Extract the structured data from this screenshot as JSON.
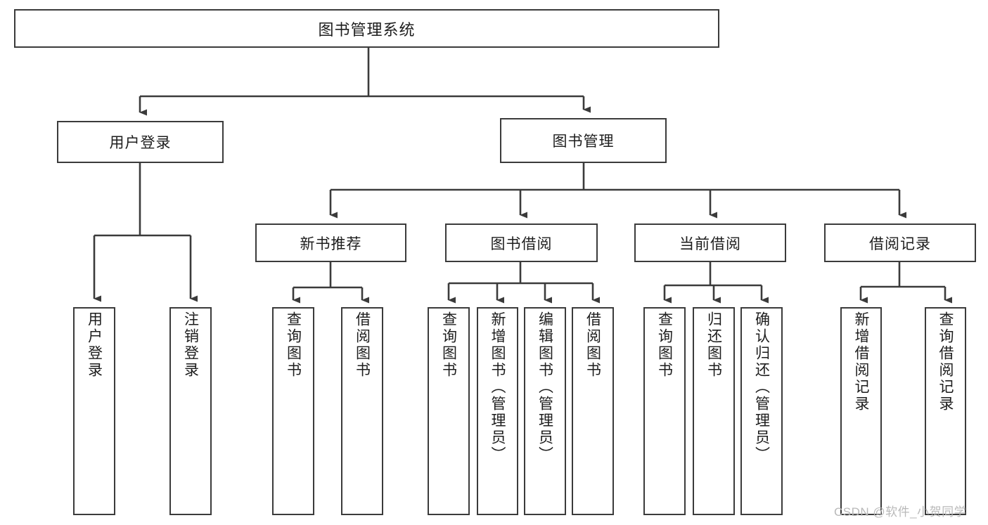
{
  "diagram": {
    "type": "tree-hierarchy-chart",
    "title": "图书管理系统",
    "line_color": "#3b3b3b",
    "box_fill": "#ffffff",
    "text_color": "#1d1d1d",
    "watermark": "CSDN @软件_小贺同学",
    "nodes": {
      "root": {
        "label": "图书管理系统"
      },
      "level2": [
        {
          "label": "用户登录"
        },
        {
          "label": "图书管理"
        }
      ],
      "level3": [
        {
          "label": "新书推荐"
        },
        {
          "label": "图书借阅"
        },
        {
          "label": "当前借阅"
        },
        {
          "label": "借阅记录"
        }
      ],
      "leaves_user_login": [
        {
          "label": "用户登录"
        },
        {
          "label": "注销登录"
        }
      ],
      "leaves_new_book": [
        {
          "label": "查询图书"
        },
        {
          "label": "借阅图书"
        }
      ],
      "leaves_borrow": [
        {
          "label": "查询图书"
        },
        {
          "label": "新增图书（管理员）"
        },
        {
          "label": "编辑图书（管理员）"
        },
        {
          "label": "借阅图书"
        }
      ],
      "leaves_current": [
        {
          "label": "查询图书"
        },
        {
          "label": "归还图书"
        },
        {
          "label": "确认归还（管理员）"
        }
      ],
      "leaves_record": [
        {
          "label": "新增借阅记录"
        },
        {
          "label": "查询借阅记录"
        }
      ]
    }
  }
}
